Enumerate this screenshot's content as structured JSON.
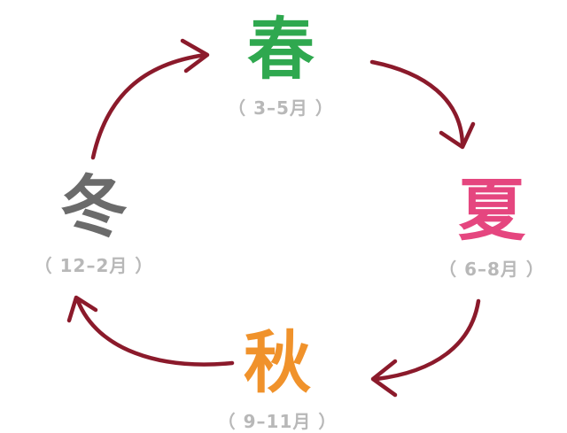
{
  "colors": {
    "arrow": "#8b1a2b",
    "spring": "#2fa84f",
    "summer": "#e5467f",
    "autumn": "#f0922b",
    "winter": "#6b6b6b",
    "range_text": "#b8b8b8"
  },
  "seasons": [
    {
      "key": "spring",
      "name": "春",
      "range": "（ 3–5月 ）"
    },
    {
      "key": "summer",
      "name": "夏",
      "range": "（ 6–8月 ）"
    },
    {
      "key": "autumn",
      "name": "秋",
      "range": "（ 9–11月 ）"
    },
    {
      "key": "winter",
      "name": "冬",
      "range": "（ 12–2月 ）"
    }
  ]
}
